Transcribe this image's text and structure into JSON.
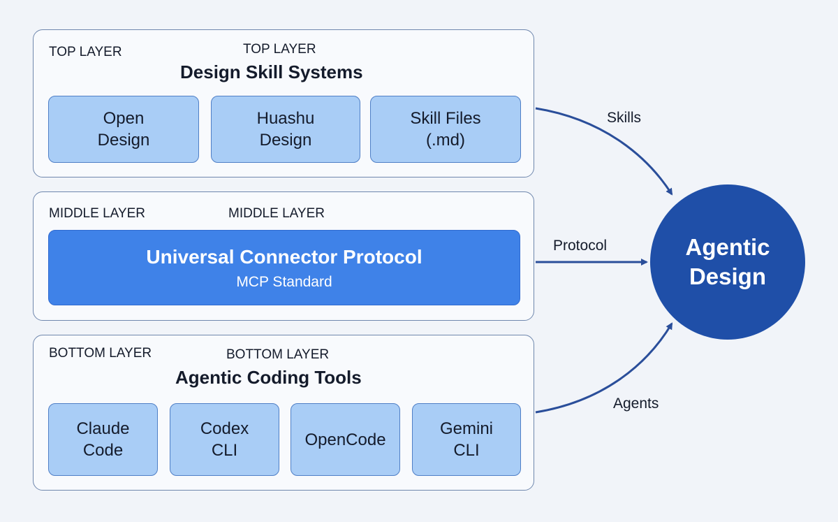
{
  "top_layer": {
    "tag": "TOP LAYER",
    "heading_tag": "TOP LAYER",
    "title": "Design Skill Systems",
    "boxes": [
      "Open\nDesign",
      "Huashu\nDesign",
      "Skill Files\n(.md)"
    ]
  },
  "middle_layer": {
    "tag": "MIDDLE LAYER",
    "heading_tag": "MIDDLE LAYER",
    "protocol_title": "Universal Connector Protocol",
    "protocol_subtitle": "MCP Standard"
  },
  "bottom_layer": {
    "tag": "BOTTOM LAYER",
    "heading_tag": "BOTTOM LAYER",
    "title": "Agentic Coding Tools",
    "boxes": [
      "Claude\nCode",
      "Codex\nCLI",
      "OpenCode",
      "Gemini\nCLI"
    ]
  },
  "edges": {
    "skills": "Skills",
    "protocol": "Protocol",
    "agents": "Agents"
  },
  "hub": {
    "label": "Agentic\nDesign"
  },
  "colors": {
    "background": "#f1f4f9",
    "layer_border": "#6f87ad",
    "box_fill": "#a9cdf6",
    "protocol_fill": "#3f82e8",
    "hub_fill": "#1f4fa8",
    "arrow": "#2a4e9a"
  }
}
